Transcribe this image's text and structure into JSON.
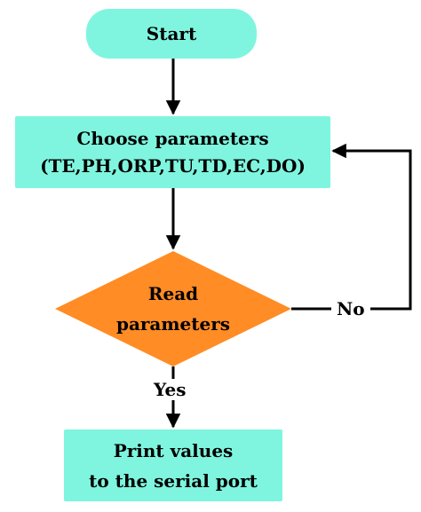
{
  "flowchart": {
    "start": {
      "label": "Start"
    },
    "choose": {
      "line1": "Choose parameters",
      "line2": "(TE,PH,ORP,TU,TD,EC,DO)"
    },
    "read": {
      "line1": "Read",
      "line2": "parameters"
    },
    "print": {
      "line1": "Print values",
      "line2": "to the serial port"
    },
    "edges": {
      "yes": "Yes",
      "no": "No"
    }
  },
  "colors": {
    "terminal_fill": "#7ff5df",
    "process_fill": "#7ff5df",
    "decision_fill": "#ff8c24",
    "line": "#000000"
  }
}
